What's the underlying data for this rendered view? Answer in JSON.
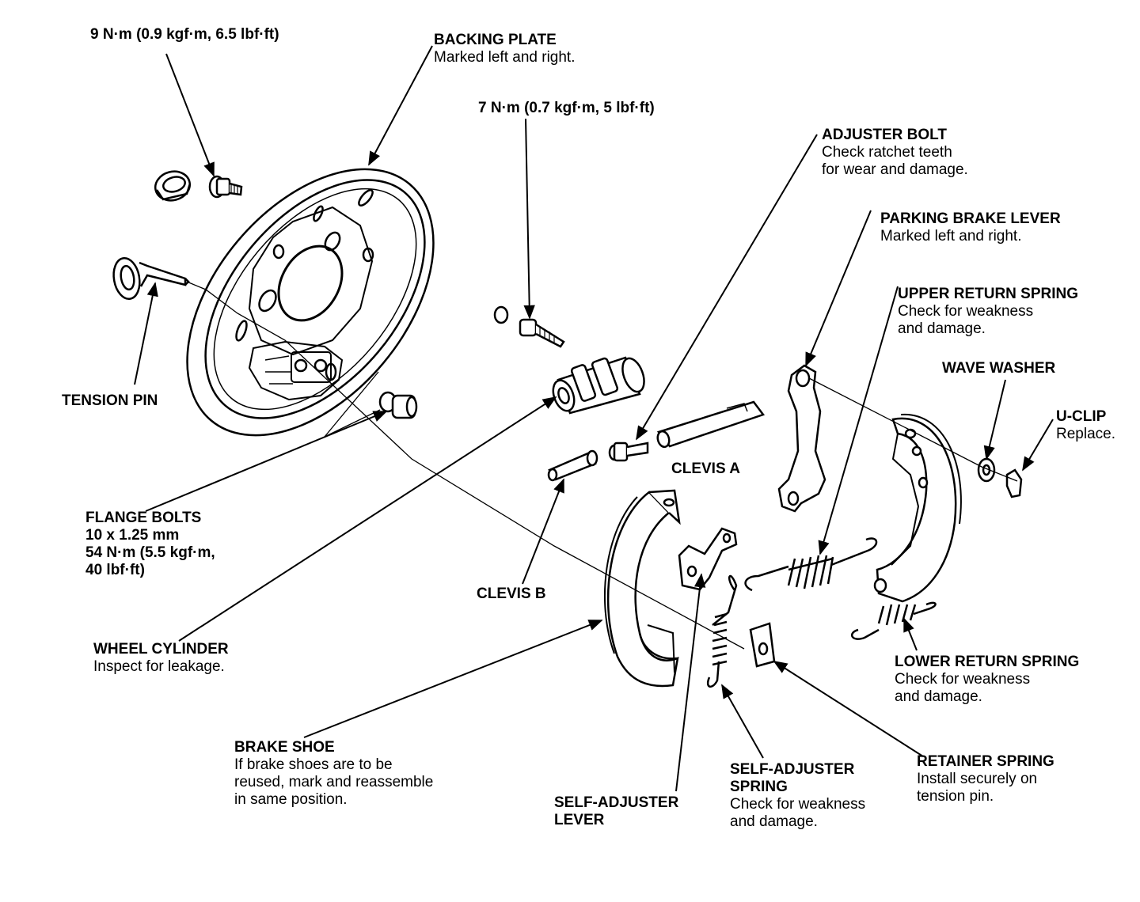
{
  "labels": {
    "torque_9nm": "9 N·m (0.9 kgf·m, 6.5 lbf·ft)",
    "backing_plate": {
      "title": "BACKING PLATE",
      "note": "Marked left and right."
    },
    "torque_7nm": "7 N·m (0.7 kgf·m, 5 lbf·ft)",
    "adjuster_bolt": {
      "title": "ADJUSTER BOLT",
      "note1": "Check ratchet teeth",
      "note2": "for wear and damage."
    },
    "parking_brake_lever": {
      "title": "PARKING BRAKE LEVER",
      "note": "Marked left and right."
    },
    "upper_return_spring": {
      "title": "UPPER RETURN SPRING",
      "note1": "Check for weakness",
      "note2": "and damage."
    },
    "wave_washer": "WAVE WASHER",
    "u_clip": {
      "title": "U-CLIP",
      "note": "Replace."
    },
    "tension_pin": "TENSION PIN",
    "clevis_a": "CLEVIS A",
    "flange_bolts": {
      "title": "FLANGE BOLTS",
      "line1": "10 x 1.25 mm",
      "line2": "54 N·m (5.5 kgf·m,",
      "line3": "40 lbf·ft)"
    },
    "clevis_b": "CLEVIS B",
    "wheel_cylinder": {
      "title": "WHEEL CYLINDER",
      "note": "Inspect for leakage."
    },
    "lower_return_spring": {
      "title": "LOWER RETURN SPRING",
      "note1": "Check for weakness",
      "note2": "and damage."
    },
    "brake_shoe": {
      "title": "BRAKE SHOE",
      "note1": "If brake shoes are to be",
      "note2": "reused, mark and reassemble",
      "note3": "in same position."
    },
    "retainer_spring": {
      "title": "RETAINER SPRING",
      "note1": "Install securely on",
      "note2": "tension pin."
    },
    "self_adjuster_spring": {
      "title1": "SELF-ADJUSTER",
      "title2": "SPRING",
      "note1": "Check for weakness",
      "note2": "and damage."
    },
    "self_adjuster_lever": {
      "title1": "SELF-ADJUSTER",
      "title2": "LEVER"
    }
  },
  "colors": {
    "ink": "#000000",
    "paper": "#ffffff"
  }
}
